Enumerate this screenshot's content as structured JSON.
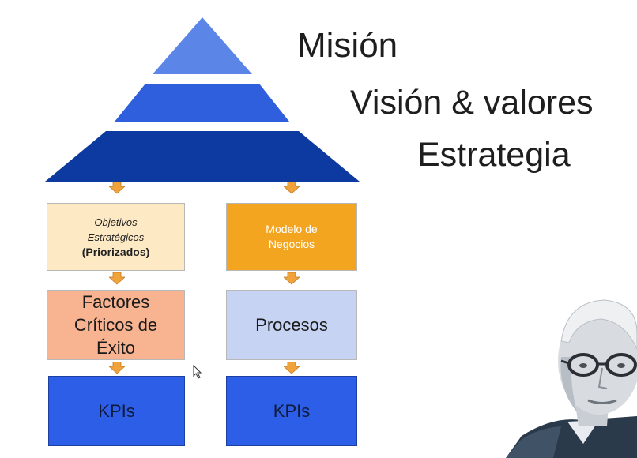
{
  "pyramid": {
    "levels": [
      {
        "label": "Misión",
        "color": "#5b86e8"
      },
      {
        "label": "Visión & valores",
        "color": "#2f5fdc"
      },
      {
        "label": "Estrategia",
        "color": "#0d3aa0"
      }
    ]
  },
  "left_column": {
    "objectives": {
      "line1": "Objetivos",
      "line2": "Estratégicos",
      "line3": "(Priorizados)",
      "color": "#fde9c4"
    },
    "factors": {
      "line1": "Factores",
      "line2": "Críticos de",
      "line3": "Éxito",
      "color": "#f8b391"
    },
    "kpi": {
      "label": "KPIs",
      "color": "#2d5ee8"
    }
  },
  "right_column": {
    "model": {
      "line1": "Modelo de",
      "line2": "Negocios",
      "color": "#f4a520"
    },
    "processes": {
      "label": "Procesos",
      "color": "#c7d3f3"
    },
    "kpi": {
      "label": "KPIs",
      "color": "#2d5ee8"
    }
  },
  "arrow_color": "#f0a33a",
  "photo": {
    "icon": "person-portrait-icon"
  }
}
